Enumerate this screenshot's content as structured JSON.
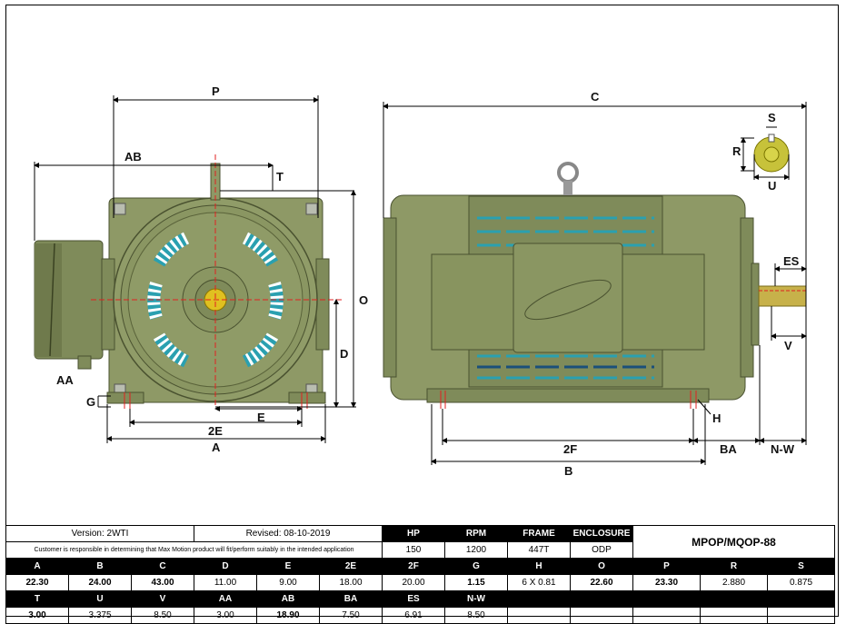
{
  "drawing": {
    "labels": {
      "P": "P",
      "AB": "AB",
      "T": "T",
      "O": "O",
      "D": "D",
      "AA": "AA",
      "G": "G",
      "E": "E",
      "E2": "2E",
      "A": "A",
      "C": "C",
      "S": "S",
      "R": "R",
      "U": "U",
      "ES": "ES",
      "V": "V",
      "H": "H",
      "F2": "2F",
      "BA": "BA",
      "NW": "N-W",
      "B": "B"
    }
  },
  "table": {
    "version": "Version: 2WTI",
    "revised": "Revised: 08-10-2019",
    "disclaimer": "Customer is responsible in determining that Max Motion product will fit/perform suitably in the intended application",
    "model": "MPOP/MQOP-88",
    "info": {
      "headers": [
        "HP",
        "RPM",
        "FRAME",
        "ENCLOSURE"
      ],
      "values": [
        "150",
        "1200",
        "447T",
        "ODP"
      ]
    },
    "row1": {
      "headers": [
        "A",
        "B",
        "C",
        "D",
        "E",
        "2E",
        "2F",
        "G",
        "H",
        "O",
        "P",
        "R",
        "S"
      ],
      "values": [
        "22.30",
        "24.00",
        "43.00",
        "11.00",
        "9.00",
        "18.00",
        "20.00",
        "1.15",
        "6 X 0.81",
        "22.60",
        "23.30",
        "2.880",
        "0.875"
      ]
    },
    "row2": {
      "headers": [
        "T",
        "U",
        "V",
        "AA",
        "AB",
        "BA",
        "ES",
        "N-W"
      ],
      "values": [
        "3.00",
        "3.375",
        "8.50",
        "3.00",
        "18.90",
        "7.50",
        "6.91",
        "8.50"
      ]
    }
  }
}
